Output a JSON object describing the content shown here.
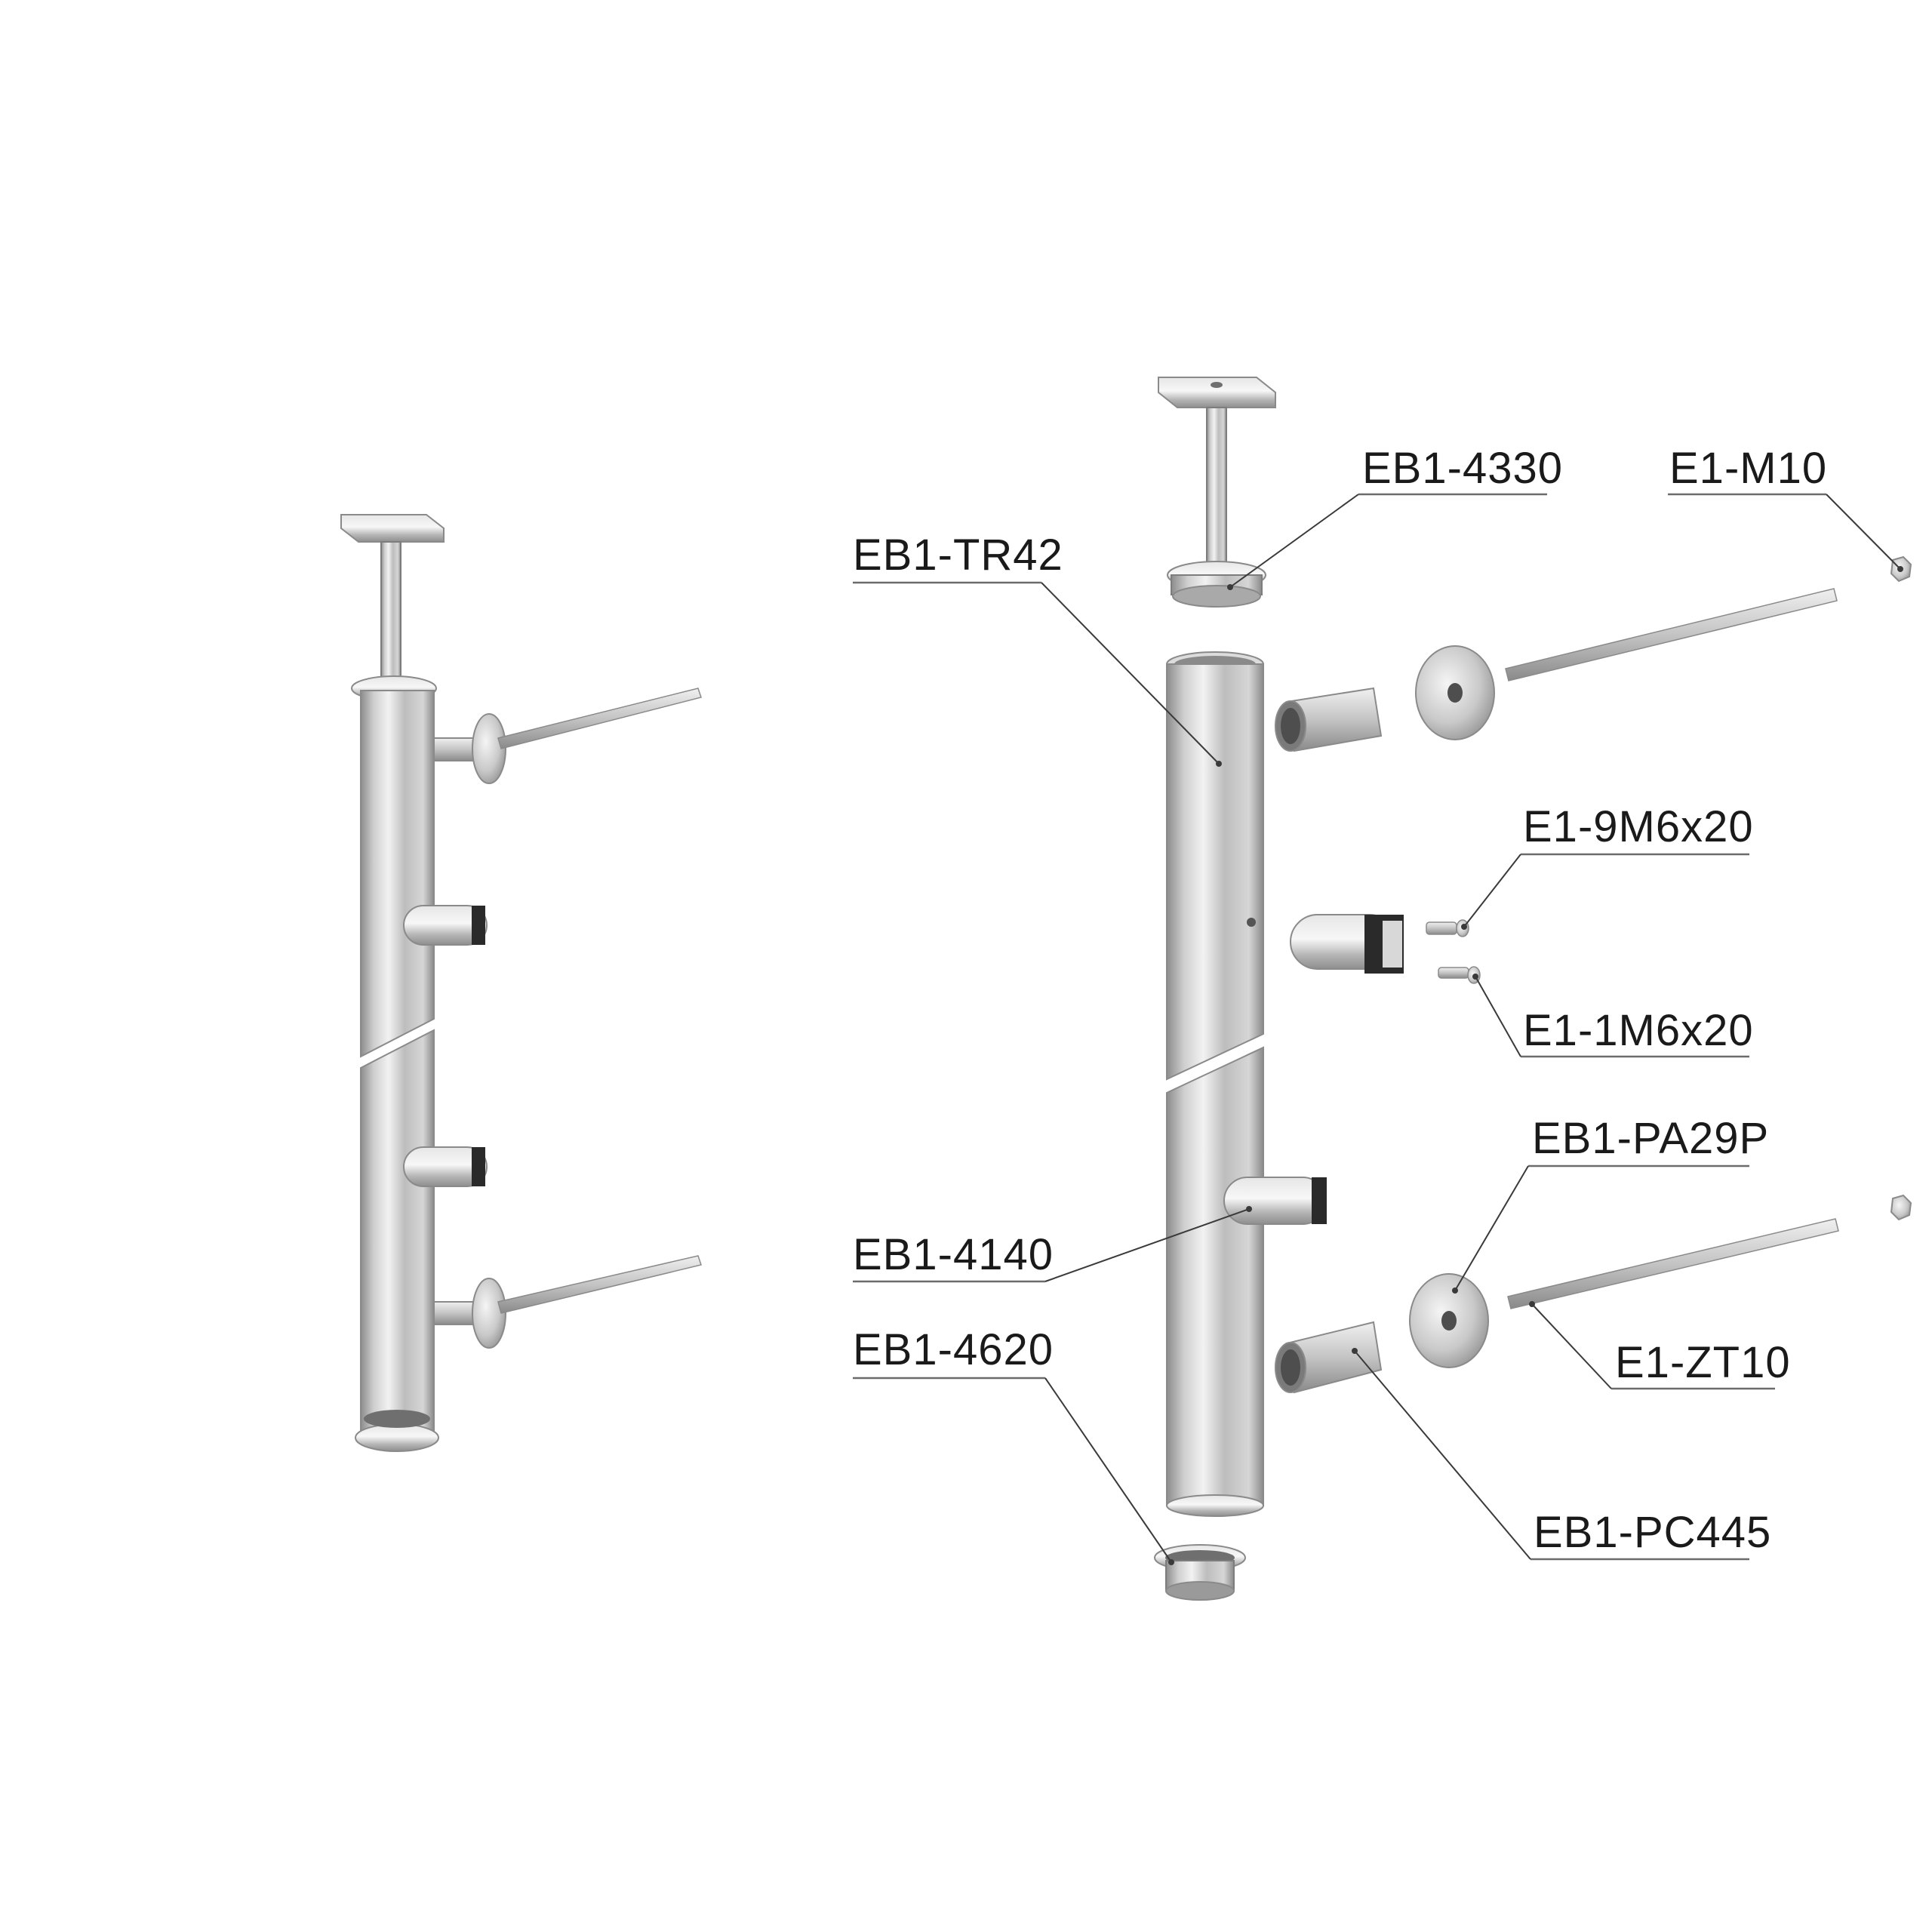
{
  "labels": {
    "eb1_4330": "EB1-4330",
    "e1_m10": "E1-M10",
    "eb1_tr42": "EB1-TR42",
    "e1_9m6x20": "E1-9M6x20",
    "e1_1m6x20": "E1-1M6x20",
    "eb1_pa29p": "EB1-PA29P",
    "eb1_4140": "EB1-4140",
    "eb1_4620": "EB1-4620",
    "e1_zt10": "E1-ZT10",
    "eb1_pc445": "EB1-PC445"
  }
}
